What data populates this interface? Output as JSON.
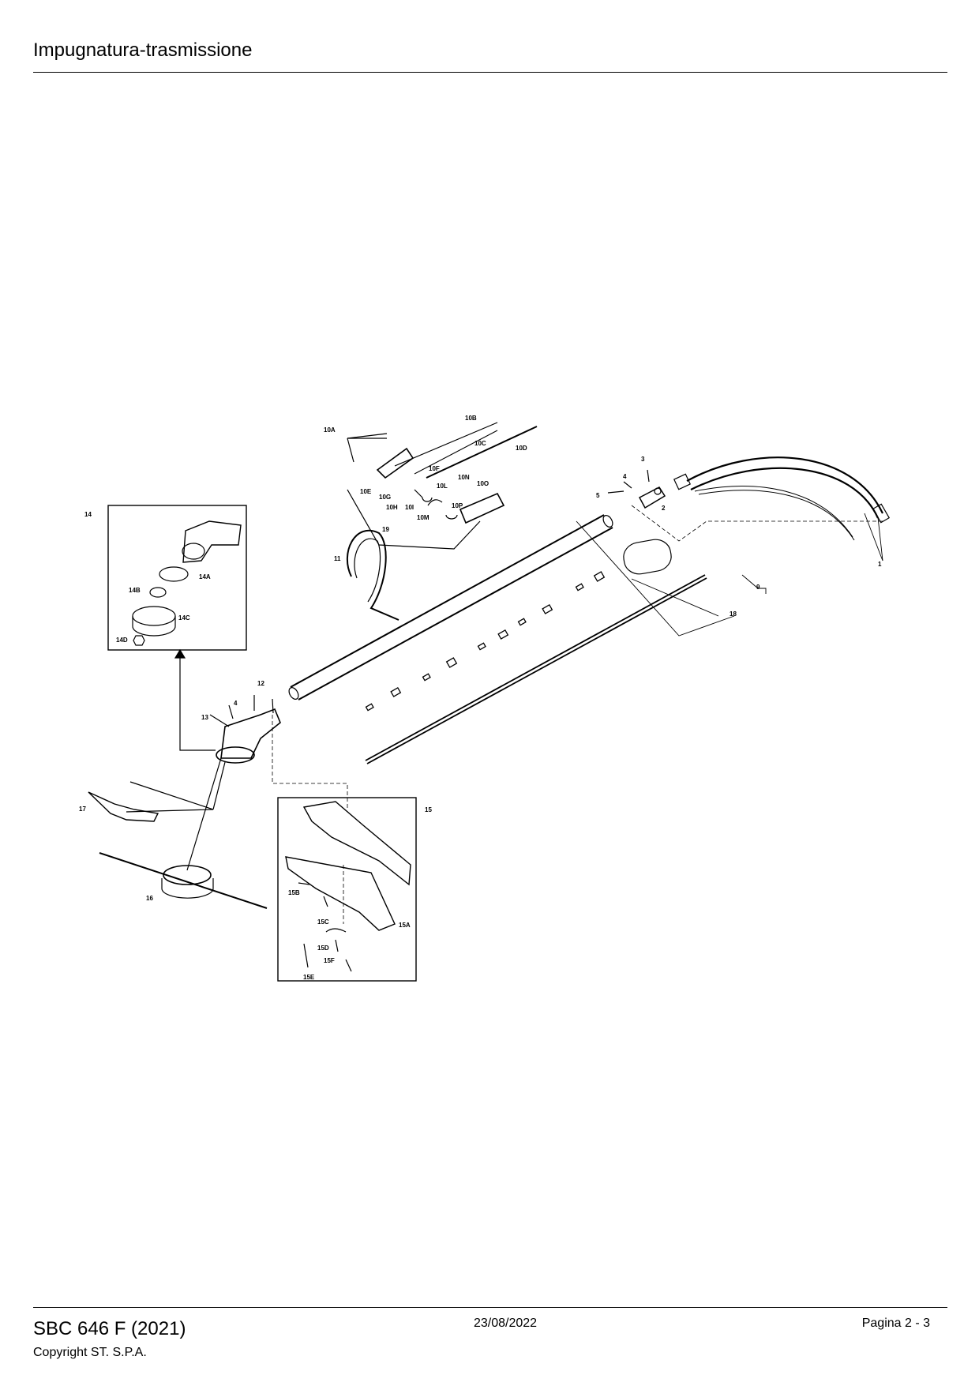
{
  "header": {
    "title": "Impugnatura-trasmissione"
  },
  "footer": {
    "model": "SBC 646 F (2021)",
    "copyright": "Copyright ST. S.P.A.",
    "date": "23/08/2022",
    "page": "Pagina 2 - 3"
  },
  "diagram": {
    "callouts": {
      "p1": "1",
      "p2": "2",
      "p3": "3",
      "p4a": "4",
      "p4b": "4",
      "p5": "5",
      "p9": "9",
      "p10A": "10A",
      "p10B": "10B",
      "p10C": "10C",
      "p10D": "10D",
      "p10E": "10E",
      "p10F": "10F",
      "p10G": "10G",
      "p10H": "10H",
      "p10I": "10I",
      "p10L": "10L",
      "p10M": "10M",
      "p10N": "10N",
      "p10O": "10O",
      "p10P": "10P",
      "p11": "11",
      "p12": "12",
      "p13": "13",
      "p14": "14",
      "p14A": "14A",
      "p14B": "14B",
      "p14C": "14C",
      "p14D": "14D",
      "p15": "15",
      "p15A": "15A",
      "p15B": "15B",
      "p15C": "15C",
      "p15D": "15D",
      "p15E": "15E",
      "p15F": "15F",
      "p16": "16",
      "p17": "17",
      "p18": "18",
      "p19": "19"
    }
  }
}
